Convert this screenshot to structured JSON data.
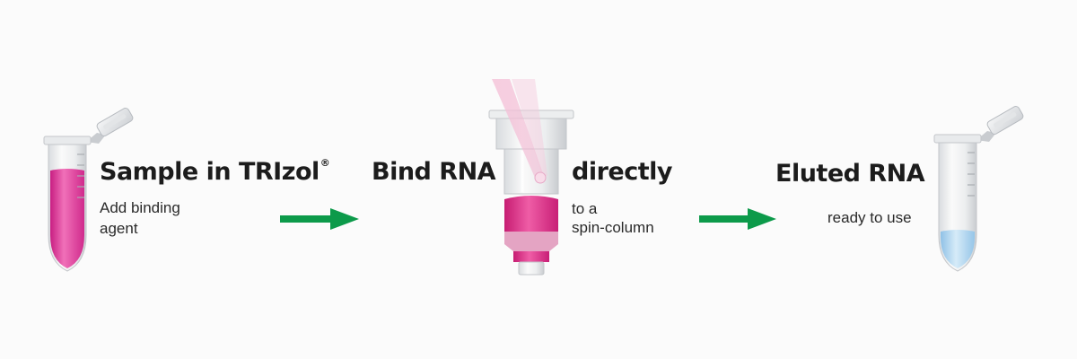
{
  "steps": [
    {
      "title": "Sample in TRIzol",
      "title_mark": "®",
      "subtitle_lines": [
        "Add binding",
        "agent"
      ]
    },
    {
      "title": "Bind RNA",
      "title_right": "directly",
      "subtitle_lines": [
        "to a",
        "spin-column"
      ]
    },
    {
      "title": "Eluted RNA",
      "subtitle_lines": [
        "ready to use"
      ]
    }
  ],
  "colors": {
    "sample_liquid": "#e6339a",
    "eluate_liquid": "#a9d2ee",
    "arrow": "#0c9a4a",
    "column_band": "#e0337f"
  },
  "icons": [
    "sample-tube-icon",
    "spin-column-icon",
    "pipette-tip-icon",
    "eluted-tube-icon",
    "arrow-right-icon"
  ]
}
